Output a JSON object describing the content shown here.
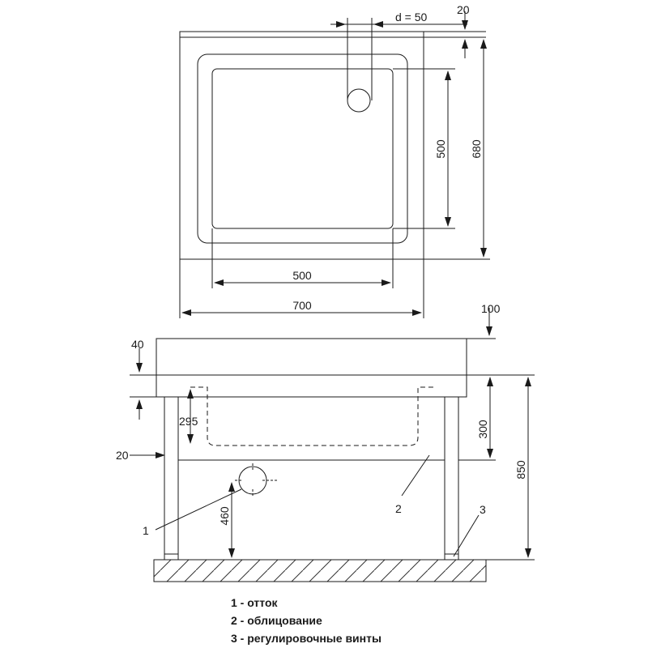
{
  "top_view": {
    "drain_dim": "d = 50",
    "offset_dim": "20",
    "inner_height_dim": "500",
    "outer_height_dim": "680",
    "inner_width_dim": "500",
    "outer_width_dim": "700"
  },
  "side_view": {
    "height_above_dim": "100",
    "rim_dim": "40",
    "basin_depth_dim": "295",
    "panel_height_dim": "300",
    "total_height_dim": "850",
    "side_offset_dim": "20",
    "drain_height_dim": "460",
    "callout_1": "1",
    "callout_2": "2",
    "callout_3": "3"
  },
  "legend": [
    "1 - отток",
    "2 - облицование",
    "3 - регулировочные винты"
  ],
  "colors": {
    "line": "#1a1a1a",
    "hatch": "#333333"
  }
}
